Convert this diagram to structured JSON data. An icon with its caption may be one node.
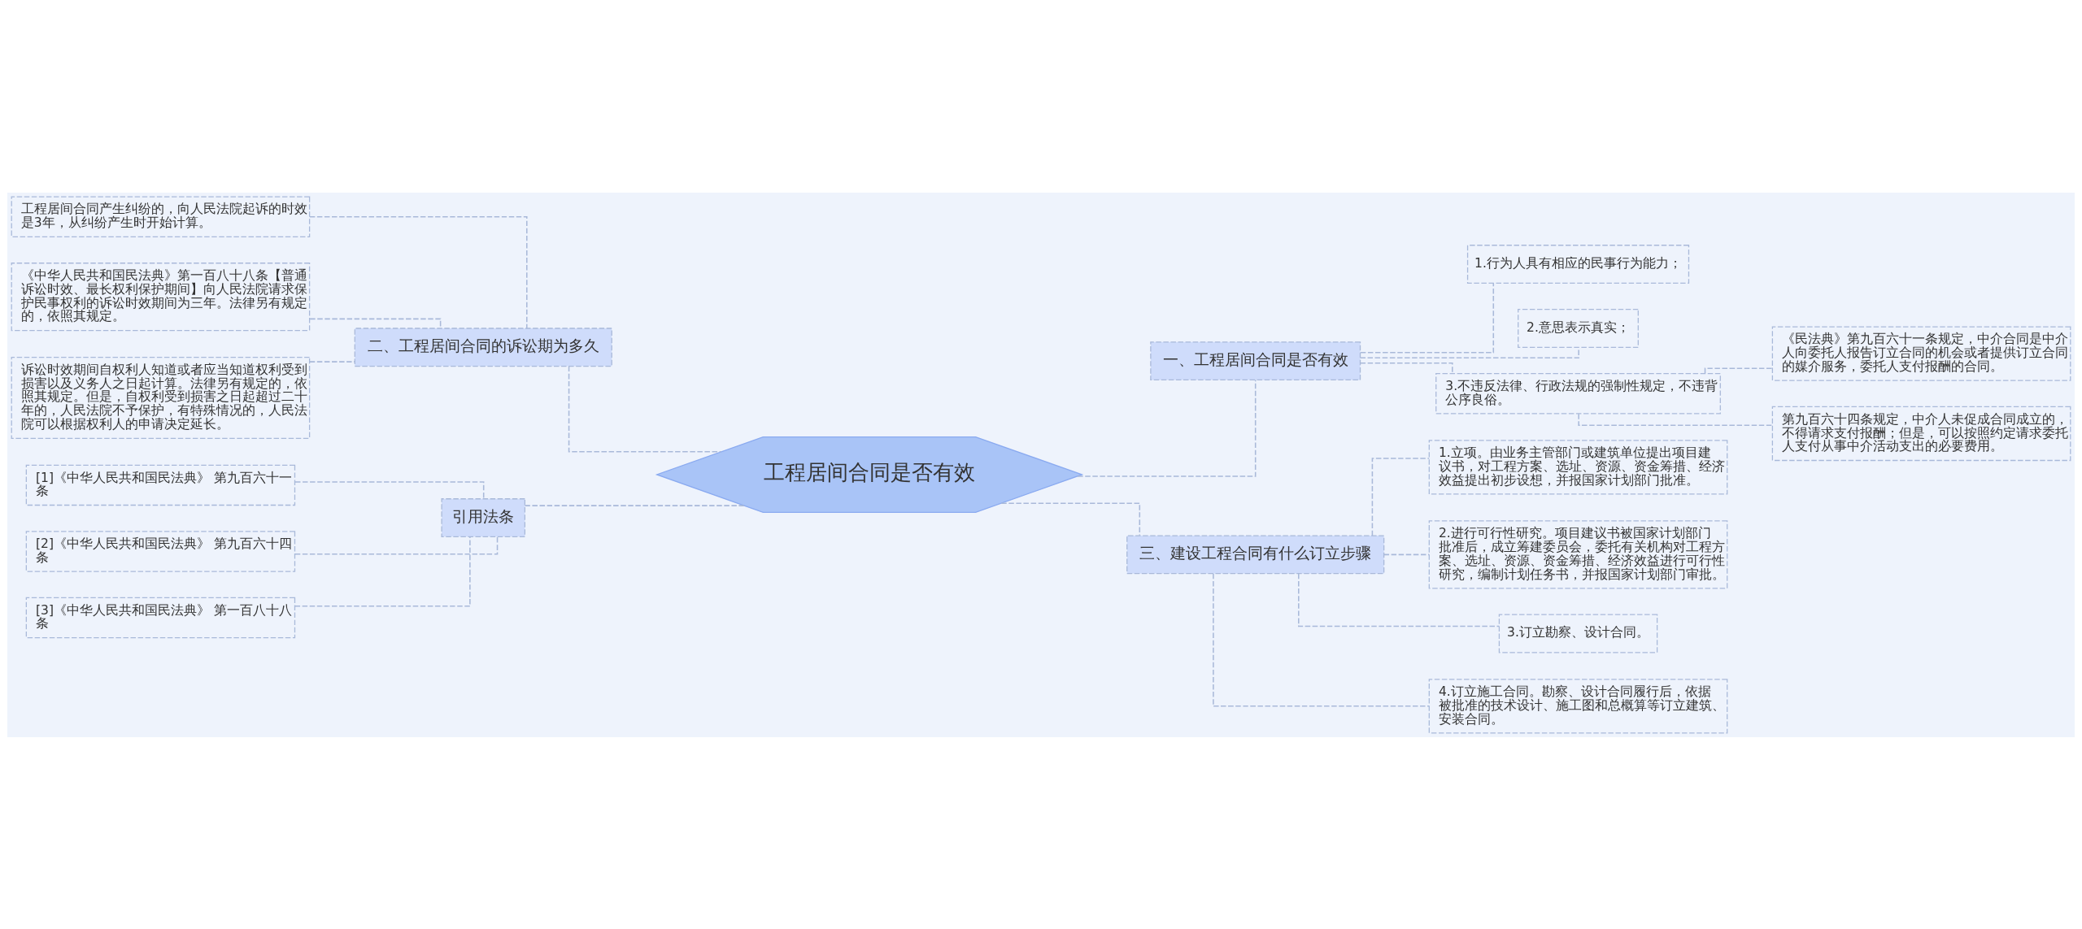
{
  "diagram": {
    "nodes": [
      {
        "text": [
          "工程居间合同是否有效"
        ]
      },
      {
        "text": [
          "二、工程居间合同的诉讼期为多久"
        ]
      },
      {
        "text": [
          "工程居间合同产生纠纷的，向人民法院起诉的时效是3年，从纠纷产生时开始计算。"
        ]
      },
      {
        "text": [
          "《中华人民共和国民法典》第一百八十八条【普通诉讼时效、最长权利保护期间】向人民法院请求保护民事权利的诉讼时效期间为三年。法律另有规定的，依照其规定。"
        ]
      },
      {
        "text": [
          "诉讼时效期间自权利人知道或者应当知道权利受到损害以及义务人之日起计算。法律另有规定的，依照其规定。但是，自权利受到损害之日起超过二十年的，人民法院不予保护，有特殊情况的，人民法院可以根据权利人的申请决定延长。"
        ]
      },
      {
        "text": [
          "引用法条"
        ]
      },
      {
        "text": [
          "[1]《中华人民共和国民法典》 第九百六十一条"
        ]
      },
      {
        "text": [
          "[2]《中华人民共和国民法典》 第九百六十四条"
        ]
      },
      {
        "text": [
          "[3]《中华人民共和国民法典》 第一百八十八条"
        ]
      },
      {
        "text": [
          "一、工程居间合同是否有效"
        ]
      },
      {
        "text": [
          "1.行为人具有相应的民事行为能力；"
        ]
      },
      {
        "text": [
          "2.意思表示真实；"
        ]
      },
      {
        "text": [
          "3.不违反法律、行政法规的强制性规定，不违背公序良俗。"
        ]
      },
      {
        "text": [
          "《民法典》第九百六十一条规定，中介合同是中介人向委托人报告订立合同的机会或者提供订立合同的媒介服务，委托人支付报酬的合同。"
        ]
      },
      {
        "text": [
          "第九百六十四条规定，中介人未促成合同成立的，不得请求支付报酬；但是，可以按照约定请求委托人支付从事中介活动支出的必要费用。"
        ]
      },
      {
        "text": [
          "三、建设工程合同有什么订立步骤"
        ]
      },
      {
        "text": [
          "1.立项。由业务主管部门或建筑单位提出项目建议书，对工程方案、选址、资源、资金筹措、经济效益提出初步设想，并报国家计划部门批准。"
        ]
      },
      {
        "text": [
          "2.进行可行性研究。项目建议书被国家计划部门批准后，成立筹建委员会，委托有关机构对工程方案、选址、资源、资金筹措、经济效益进行可行性研究，编制计划任务书，并报国家计划部门审批。"
        ]
      },
      {
        "text": [
          "3.订立勘察、设计合同。"
        ]
      },
      {
        "text": [
          "4.订立施工合同。勘察、设计合同履行后，依据被批准的技术设计、施工图和总概算等订立建筑、安装合同。"
        ]
      }
    ],
    "edges": [
      {
        "from": 0,
        "to": 1,
        "arrow": "none"
      },
      {
        "from": 1,
        "to": 2,
        "arrow": "none"
      },
      {
        "from": 1,
        "to": 3,
        "arrow": "none"
      },
      {
        "from": 1,
        "to": 4,
        "arrow": "none"
      },
      {
        "from": 0,
        "to": 5,
        "arrow": "none"
      },
      {
        "from": 5,
        "to": 6,
        "arrow": "none"
      },
      {
        "from": 5,
        "to": 7,
        "arrow": "none"
      },
      {
        "from": 5,
        "to": 8,
        "arrow": "none"
      },
      {
        "from": 0,
        "to": 9,
        "arrow": "none"
      },
      {
        "from": 9,
        "to": 10,
        "arrow": "none"
      },
      {
        "from": 9,
        "to": 11,
        "arrow": "none"
      },
      {
        "from": 9,
        "to": 12,
        "arrow": "none"
      },
      {
        "from": 12,
        "to": 13,
        "arrow": "none"
      },
      {
        "from": 12,
        "to": 14,
        "arrow": "none"
      },
      {
        "from": 0,
        "to": 15,
        "arrow": "none"
      },
      {
        "from": 15,
        "to": 16,
        "arrow": "none"
      },
      {
        "from": 15,
        "to": 17,
        "arrow": "none"
      },
      {
        "from": 15,
        "to": 18,
        "arrow": "none"
      },
      {
        "from": 15,
        "to": 19,
        "arrow": "none"
      }
    ]
  }
}
